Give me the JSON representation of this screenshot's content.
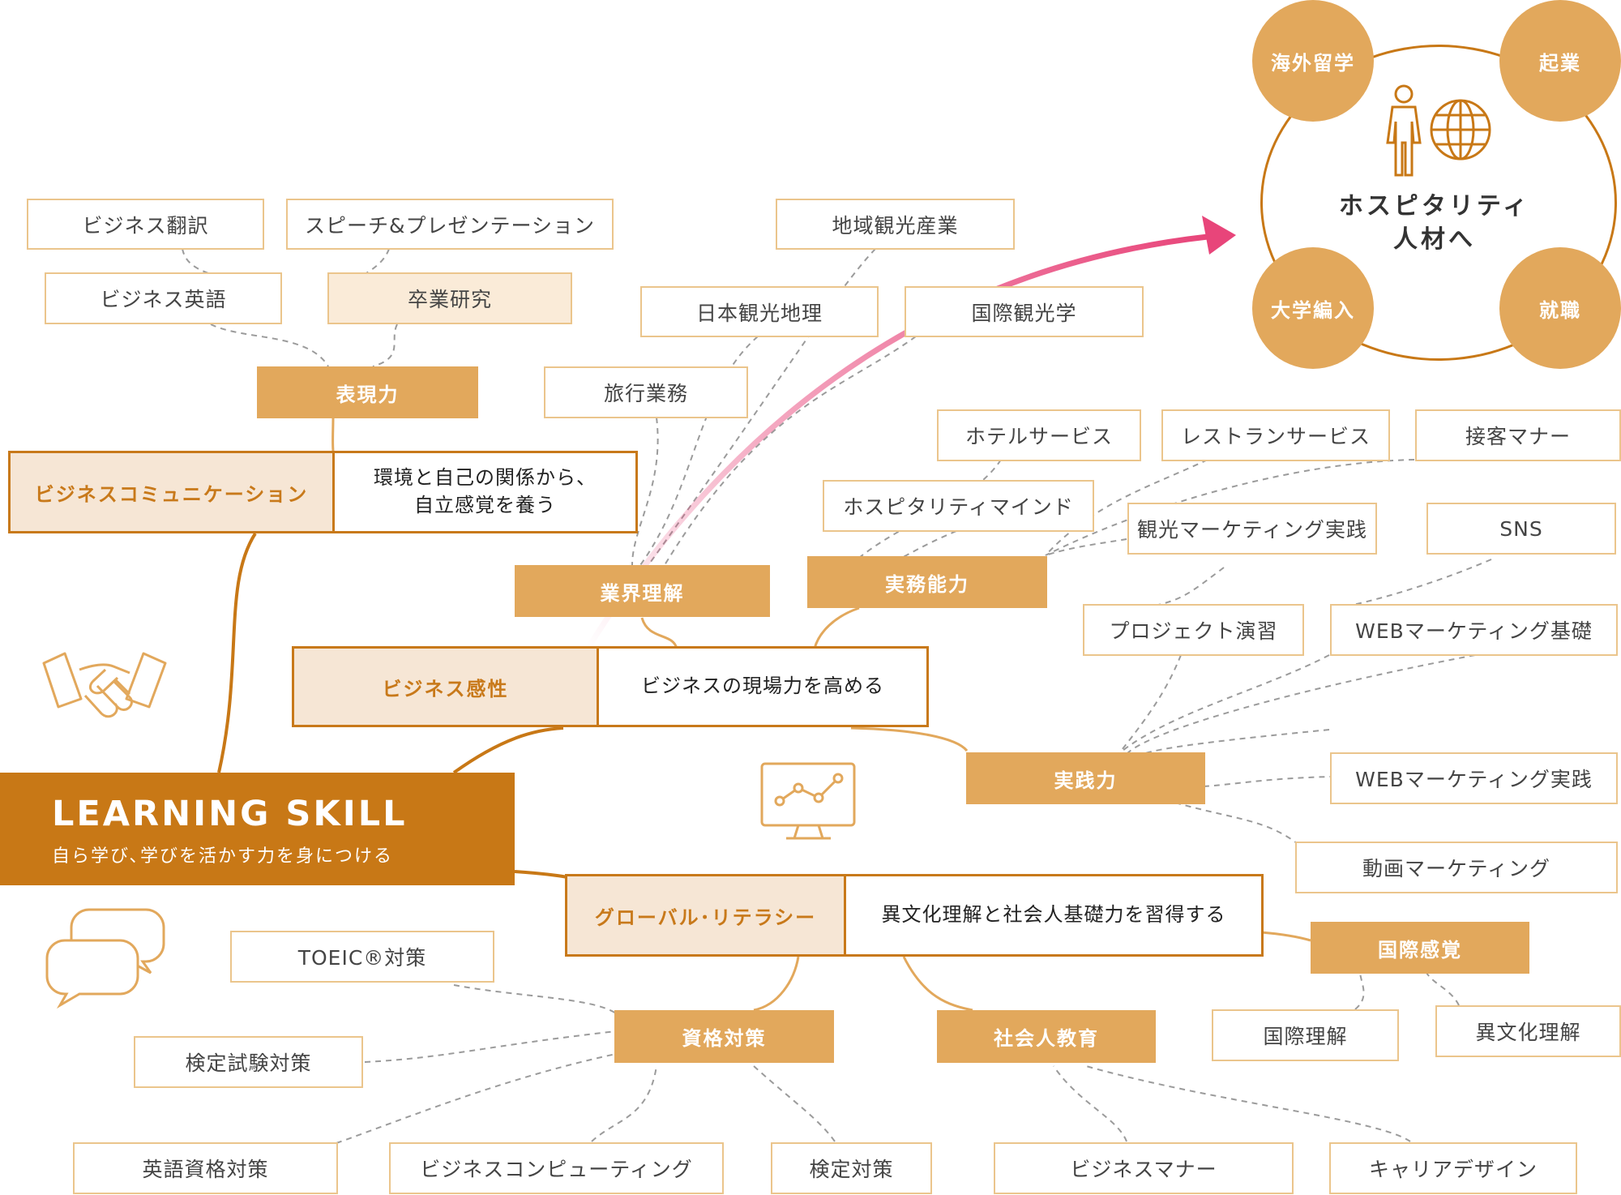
{
  "main": {
    "title": "LEARNING SKILL",
    "subtitle": "自ら学び､学びを活かす力を身につける"
  },
  "categories": {
    "communication": {
      "label": "ビジネスコミュニケーション",
      "desc_line1": "環境と自己の関係から、",
      "desc_line2": "自立感覚を養う"
    },
    "sense": {
      "label": "ビジネス感性",
      "desc": "ビジネスの現場力を高める"
    },
    "global": {
      "label": "グローバル･リテラシー",
      "desc": "異文化理解と社会人基礎力を習得する"
    }
  },
  "hubs": {
    "expression": "表現力",
    "industry": "業界理解",
    "practical_ability": "実務能力",
    "practice": "実践力",
    "international_sense": "国際感覚",
    "qualification": "資格対策",
    "social_education": "社会人教育"
  },
  "leaves": {
    "business_translation": "ビジネス翻訳",
    "speech": "スピーチ&プレゼンテーション",
    "business_english": "ビジネス英語",
    "graduation_research": "卒業研究",
    "regional_tourism": "地域観光産業",
    "japan_geography": "日本観光地理",
    "intl_tourism": "国際観光学",
    "travel_business": "旅行業務",
    "hotel_service": "ホテルサービス",
    "restaurant_service": "レストランサービス",
    "customer_manners": "接客マナー",
    "hospitality_mind": "ホスピタリティマインド",
    "tourism_marketing": "観光マーケティング実践",
    "sns": "SNS",
    "project_practice": "プロジェクト演習",
    "web_marketing_basics": "WEBマーケティング基礎",
    "web_marketing_practice": "WEBマーケティング実践",
    "video_marketing": "動画マーケティング",
    "toeic": "TOEIC®対策",
    "exam_prep": "検定試験対策",
    "english_qualification": "英語資格対策",
    "business_computing": "ビジネスコンピューティング",
    "certification": "検定対策",
    "business_manners": "ビジネスマナー",
    "career_design": "キャリアデザイン",
    "intl_understanding": "国際理解",
    "cross_cultural": "異文化理解"
  },
  "goal": {
    "line1": "ホスピタリティ",
    "line2": "人材へ",
    "study_abroad": "海外留学",
    "startup": "起業",
    "university_transfer": "大学編入",
    "employment": "就職"
  },
  "colors": {
    "primary": "#c87816",
    "hub": "#e2a85c",
    "leaf_border": "#ebc58c",
    "tint": "#faebd8",
    "arrow": "#e8457a"
  }
}
